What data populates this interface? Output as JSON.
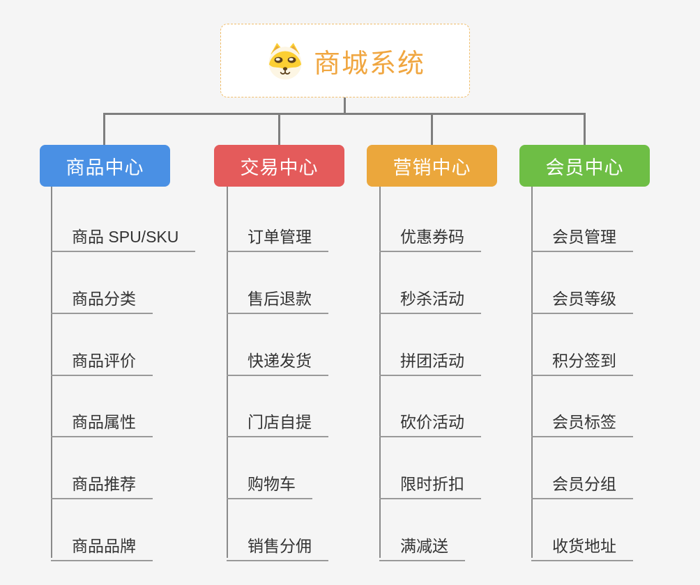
{
  "root": {
    "title": "商城系统",
    "icon": "dog-face-icon"
  },
  "branches": [
    {
      "label": "商品中心",
      "color": "#4a90e4",
      "items": [
        "商品 SPU/SKU",
        "商品分类",
        "商品评价",
        "商品属性",
        "商品推荐",
        "商品品牌"
      ]
    },
    {
      "label": "交易中心",
      "color": "#e45b5b",
      "items": [
        "订单管理",
        "售后退款",
        "快递发货",
        "门店自提",
        "购物车",
        "销售分佣"
      ]
    },
    {
      "label": "营销中心",
      "color": "#eba73c",
      "items": [
        "优惠券码",
        "秒杀活动",
        "拼团活动",
        "砍价活动",
        "限时折扣",
        "满减送"
      ]
    },
    {
      "label": "会员中心",
      "color": "#6ebe45",
      "items": [
        "会员管理",
        "会员等级",
        "积分签到",
        "会员标签",
        "会员分组",
        "收货地址"
      ]
    }
  ],
  "colors": {
    "background": "#f5f5f5",
    "root_text": "#f0a640",
    "root_border": "#f0bd6a",
    "connector": "#7e7e7e",
    "underline": "#999999",
    "item_text": "#333333"
  }
}
